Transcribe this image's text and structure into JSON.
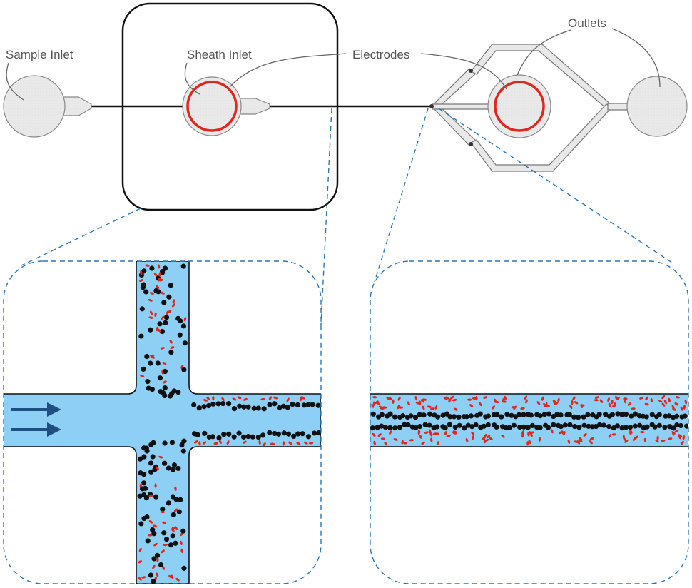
{
  "labels": {
    "sample_inlet": "Sample Inlet",
    "sheath_inlet": "Sheath Inlet",
    "electrodes": "Electrodes",
    "outlets": "Outlets"
  },
  "colors": {
    "fluid": "#8dcff5",
    "electrode": "#e1271b",
    "particle_black": "#111111",
    "particle_red": "#e1271b",
    "zoom_line": "#2a77b0",
    "reservoir_fill": "#e8e8e8"
  },
  "flow_arrows": 2
}
